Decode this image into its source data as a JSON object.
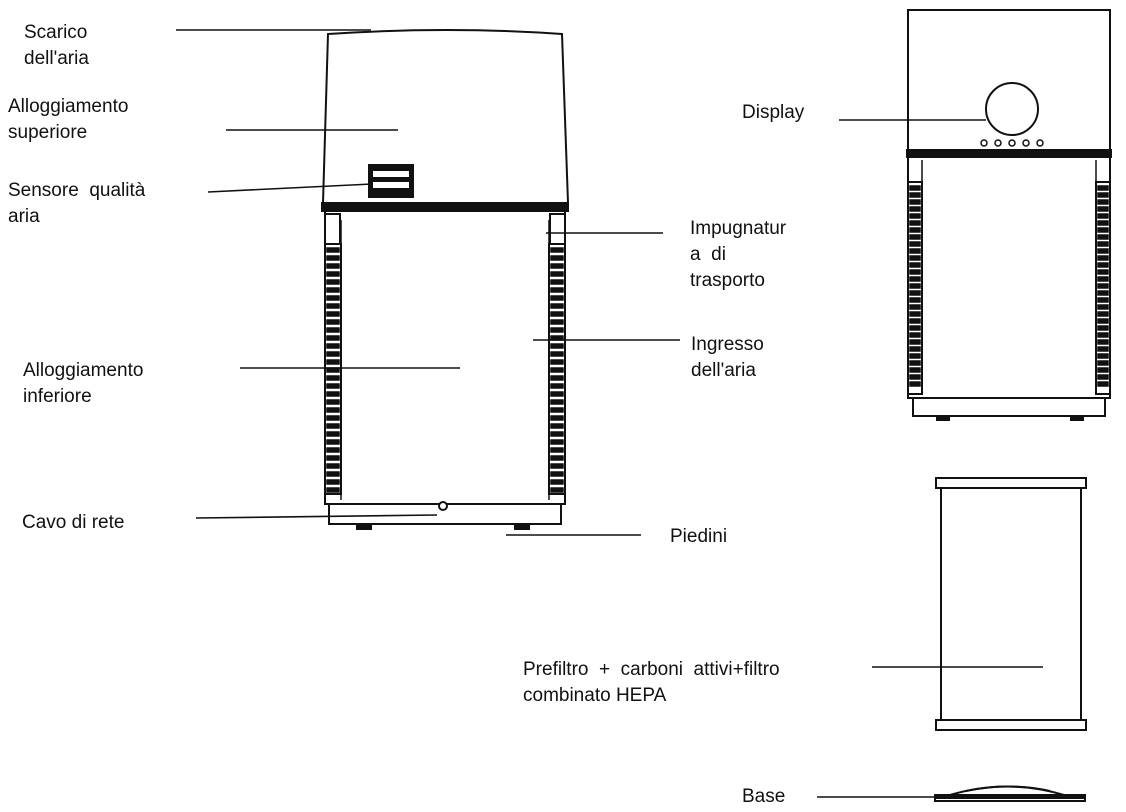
{
  "diagram": {
    "stroke_color": "#111111",
    "background": "#ffffff",
    "labels": {
      "air_outlet": [
        "Scarico",
        "dell'aria"
      ],
      "upper_housing": [
        "Alloggiamento",
        "superiore"
      ],
      "air_quality_sensor": [
        "Sensore  qualità",
        "aria"
      ],
      "carry_handle": [
        "Impugnatur",
        "a  di",
        "trasporto"
      ],
      "air_inlet": [
        "Ingresso",
        "dell'aria"
      ],
      "lower_housing": [
        "Alloggiamento",
        "inferiore"
      ],
      "power_cable": [
        "Cavo di rete"
      ],
      "feet": [
        "Piedini"
      ],
      "display": [
        "Display"
      ],
      "filter": [
        "Prefiltro  +  carboni  attivi+filtro",
        "combinato HEPA"
      ],
      "base": [
        "Base"
      ]
    }
  }
}
